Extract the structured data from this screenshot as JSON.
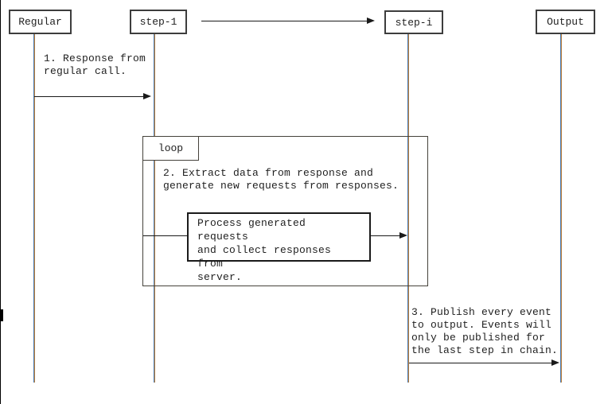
{
  "diagram": {
    "participants": {
      "regular": {
        "label": "Regular"
      },
      "step1": {
        "label": "step-1"
      },
      "stepi": {
        "label": "step-i"
      },
      "output": {
        "label": "Output"
      }
    },
    "loop": {
      "label": "loop"
    },
    "notes": {
      "msg1": "1. Response from\nregular call.",
      "msg2": "2. Extract data from response and\ngenerate new requests from responses.",
      "process": "Process generated requests\nand collect responses from\nserver.",
      "msg3": "3. Publish every event\nto output. Events will\nonly be published for\nthe last step in chain."
    },
    "colors": {
      "background": "#ffffff",
      "text": "#1f1f1f",
      "line": "#1a1a1a",
      "box_border": "#3d3d3d",
      "frame_border": "#45423b",
      "lifeline_blue": "#4a7ab0",
      "lifeline_orange": "#bd803c"
    }
  }
}
